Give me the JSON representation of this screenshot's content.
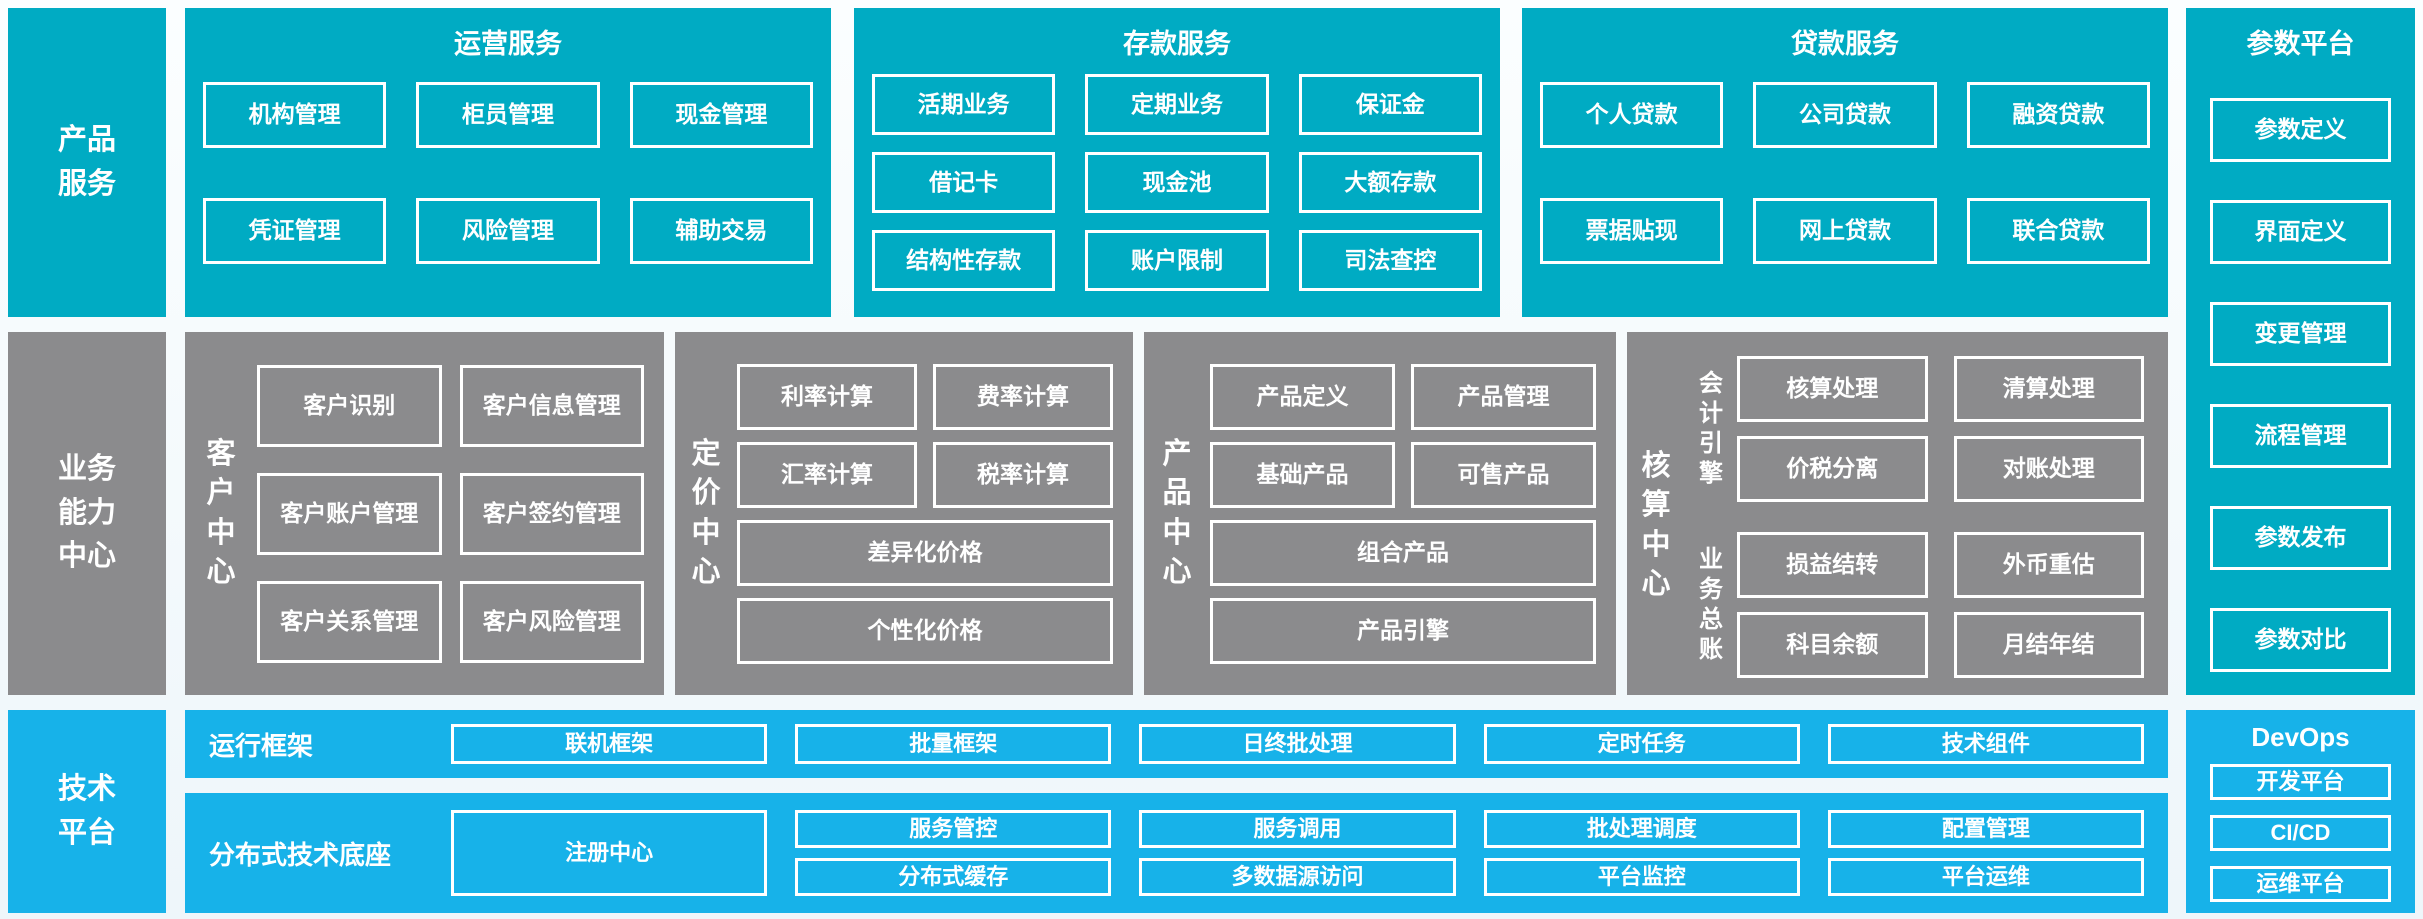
{
  "colors": {
    "product_band": "#00abc3",
    "business_band": "#8b8b8d",
    "tech_band": "#17b2e9",
    "box_border": "#ffffff",
    "background": "#eef6fa"
  },
  "rails": {
    "product": "产品\n服务",
    "business": "业务\n能力\n中心",
    "tech": "技术\n平台"
  },
  "product_services": {
    "operations": {
      "title": "运营服务",
      "boxes": [
        "机构管理",
        "柜员管理",
        "现金管理",
        "凭证管理",
        "风险管理",
        "辅助交易"
      ]
    },
    "deposits": {
      "title": "存款服务",
      "boxes": [
        "活期业务",
        "定期业务",
        "保证金",
        "借记卡",
        "现金池",
        "大额存款",
        "结构性存款",
        "账户限制",
        "司法查控"
      ]
    },
    "loans": {
      "title": "贷款服务",
      "boxes": [
        "个人贷款",
        "公司贷款",
        "融资贷款",
        "票据贴现",
        "网上贷款",
        "联合贷款"
      ]
    }
  },
  "param_platform": {
    "title": "参数平台",
    "boxes": [
      "参数定义",
      "界面定义",
      "变更管理",
      "流程管理",
      "参数发布",
      "参数对比"
    ]
  },
  "business_centers": {
    "customer": {
      "label": "客\n户\n中\n心",
      "boxes": [
        "客户识别",
        "客户信息管理",
        "客户账户管理",
        "客户签约管理",
        "客户关系管理",
        "客户风险管理"
      ]
    },
    "pricing": {
      "label": "定\n价\n中\n心",
      "boxes": [
        "利率计算",
        "费率计算",
        "汇率计算",
        "税率计算"
      ],
      "wide": [
        "差异化价格",
        "个性化价格"
      ]
    },
    "product": {
      "label": "产\n品\n中\n心",
      "boxes": [
        "产品定义",
        "产品管理",
        "基础产品",
        "可售产品"
      ],
      "wide": [
        "组合产品",
        "产品引擎"
      ]
    },
    "accounting": {
      "label": "核\n算\n中\n心",
      "groups": [
        {
          "label": "会\n计\n引\n擎",
          "boxes": [
            "核算处理",
            "清算处理",
            "价税分离",
            "对账处理"
          ]
        },
        {
          "label": "业\n务\n总\n账",
          "boxes": [
            "损益结转",
            "外币重估",
            "科目余额",
            "月结年结"
          ]
        }
      ]
    }
  },
  "tech_platform": {
    "runtime": {
      "label": "运行框架",
      "boxes": [
        "联机框架",
        "批量框架",
        "日终批处理",
        "定时任务",
        "技术组件"
      ]
    },
    "distributed": {
      "label": "分布式技术底座",
      "registry": "注册中心",
      "boxes": [
        "服务管控",
        "服务调用",
        "批处理调度",
        "配置管理",
        "分布式缓存",
        "多数据源访问",
        "平台监控",
        "平台运维"
      ]
    },
    "devops": {
      "title": "DevOps",
      "boxes": [
        "开发平台",
        "CI/CD",
        "运维平台"
      ]
    }
  }
}
